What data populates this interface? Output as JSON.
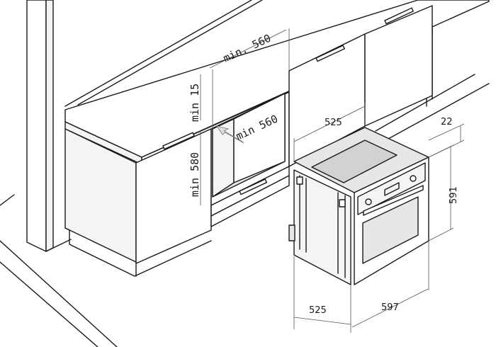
{
  "dimensions": {
    "niche_width": "min. 560",
    "niche_depth": "min 560",
    "niche_gap_top": "min 15",
    "niche_height": "min 580",
    "oven_depth_top": "525",
    "oven_front_offset": "22",
    "oven_height": "591",
    "oven_depth_bottom": "525",
    "oven_width": "597"
  },
  "icons": {
    "insertion_arrow": "arrow-icon"
  }
}
